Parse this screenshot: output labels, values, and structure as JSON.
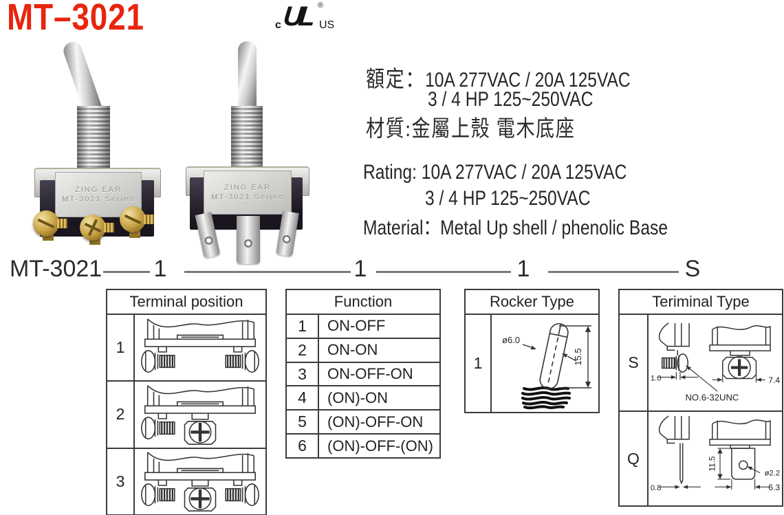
{
  "page": {
    "background": "#ffffff"
  },
  "header": {
    "part_number": "MT–3021",
    "part_number_color": "#e8250f",
    "ul_mark": {
      "c": "c",
      "monogram": "UL",
      "us": "US",
      "registered": "®"
    }
  },
  "photos": {
    "label_line1": "ZING EAR",
    "label_line2": "MT-3021 Series"
  },
  "specs": {
    "zh": {
      "rating_label": "額定：",
      "rating_value": "10A 277VAC / 20A 125VAC",
      "rating_line2": "3 / 4 HP 125~250VAC",
      "material": "材質:金屬上殼  電木底座"
    },
    "en": {
      "rating_line1": "Rating: 10A 277VAC / 20A 125VAC",
      "rating_line2": "3 / 4 HP 125~250VAC",
      "material": "Material：Metal Up shell /  phenolic Base"
    }
  },
  "ordering": {
    "base": "MT-3021",
    "codes": [
      "1",
      "1",
      "1",
      "S"
    ]
  },
  "tables": {
    "terminal_position": {
      "title": "Terminal position",
      "rows": [
        {
          "code": "1"
        },
        {
          "code": "2"
        },
        {
          "code": "3"
        }
      ]
    },
    "function": {
      "title": "Function",
      "rows": [
        {
          "code": "1",
          "value": "ON-OFF"
        },
        {
          "code": "2",
          "value": "ON-ON"
        },
        {
          "code": "3",
          "value": "ON-OFF-ON"
        },
        {
          "code": "4",
          "value": "(ON)-ON"
        },
        {
          "code": "5",
          "value": "(ON)-OFF-ON"
        },
        {
          "code": "6",
          "value": "(ON)-OFF-(ON)"
        }
      ]
    },
    "rocker_type": {
      "title": "Rocker Type",
      "rows": [
        {
          "code": "1"
        }
      ],
      "dims": {
        "lever_diameter": "ø6.0",
        "lever_length": "15.5"
      }
    },
    "terminal_type": {
      "title": "Teriminal Type",
      "rows": [
        {
          "code": "S"
        },
        {
          "code": "Q"
        }
      ],
      "s_dims": {
        "screw_pitch": "1.0",
        "screw_width": "7.4",
        "thread_spec": "NO.6-32UNC"
      },
      "q_dims": {
        "blade_thickness": "0.8",
        "blade_length": "11.5",
        "hole_diameter": "ø2.2",
        "blade_width": "6.3"
      }
    }
  }
}
